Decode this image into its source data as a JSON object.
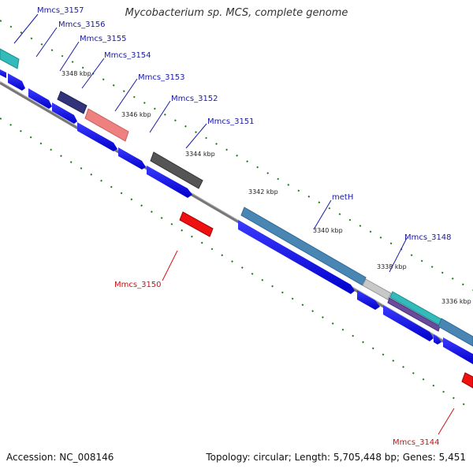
{
  "title": "Mycobacterium sp. MCS, complete genome",
  "footer": {
    "accession": "Accession: NC_008146",
    "topology": "Topology: circular; Length: 5,705,448 bp; Genes: 5,451"
  },
  "tick_labels": [
    "3348 kbp",
    "3346 kbp",
    "3344 kbp",
    "3342 kbp",
    "3340 kbp",
    "3338 kbp",
    "3336 kbp"
  ],
  "gene_labels": [
    {
      "name": "Mmcs_3157",
      "strand": "forward"
    },
    {
      "name": "Mmcs_3156",
      "strand": "forward"
    },
    {
      "name": "Mmcs_3155",
      "strand": "forward"
    },
    {
      "name": "Mmcs_3154",
      "strand": "forward"
    },
    {
      "name": "Mmcs_3153",
      "strand": "forward"
    },
    {
      "name": "Mmcs_3152",
      "strand": "forward"
    },
    {
      "name": "Mmcs_3151",
      "strand": "forward"
    },
    {
      "name": "metH",
      "strand": "forward"
    },
    {
      "name": "Mmcs_3148",
      "strand": "forward"
    },
    {
      "name": "Mmcs_3150",
      "strand": "reverse"
    },
    {
      "name": "Mmcs_3144",
      "strand": "reverse"
    }
  ],
  "colors": {
    "forward_label": "#1a1aa6",
    "reverse_label": "#cc1111",
    "cds": "#0000ee",
    "reverse_gene": "#ee1111",
    "backbone": "#777777",
    "tick": "#1a7a1a",
    "cyan_gene": "#33bbbb",
    "navy_gene": "#33337a",
    "salmon_gene": "#ee8080",
    "gray_gene": "#555555",
    "steelblue_gene": "#4a86b4",
    "lightgray_gene": "#c8c8c8",
    "purple_gene": "#6a4a9a"
  }
}
